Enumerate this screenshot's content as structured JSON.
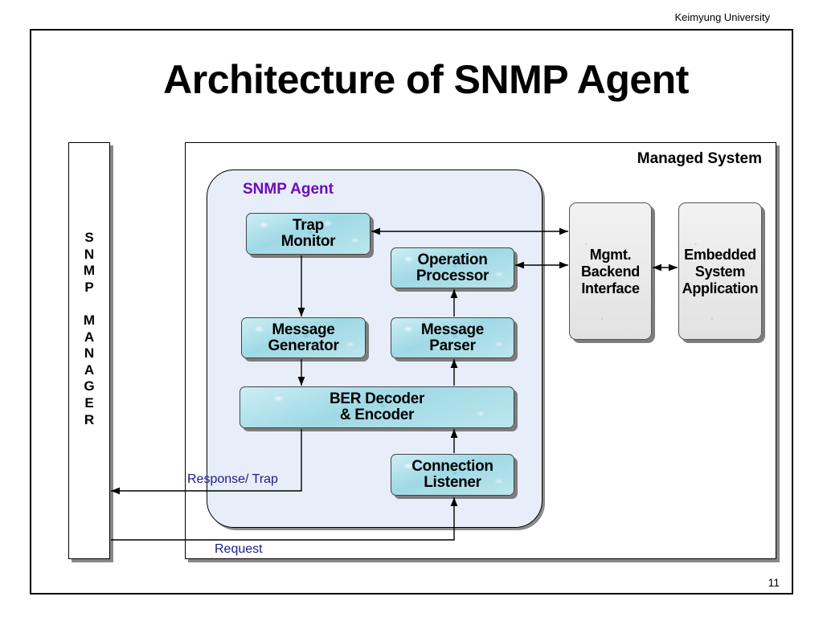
{
  "header": {
    "institution": "Keimyung University"
  },
  "slide": {
    "title": "Architecture of SNMP Agent",
    "page_number": "11"
  },
  "manager": {
    "label": "S\nN\nM\nP\n\nM\nA\nN\nA\nG\nE\nR"
  },
  "managed_system": {
    "label": "Managed System"
  },
  "agent": {
    "label": "SNMP Agent",
    "label_color": "#6a0dbe"
  },
  "components": {
    "trap_monitor": "Trap\nMonitor",
    "operation_processor": "Operation\nProcessor",
    "message_generator": "Message\nGenerator",
    "message_parser": "Message\nParser",
    "ber_codec": "BER Decoder\n& Encoder",
    "connection_listener": "Connection\nListener",
    "mgmt_backend": "Mgmt.\nBackend\nInterface",
    "embedded_app": "Embedded\nSystem\nApplication"
  },
  "flows": {
    "response_trap": "Response/ Trap",
    "request": "Request"
  }
}
